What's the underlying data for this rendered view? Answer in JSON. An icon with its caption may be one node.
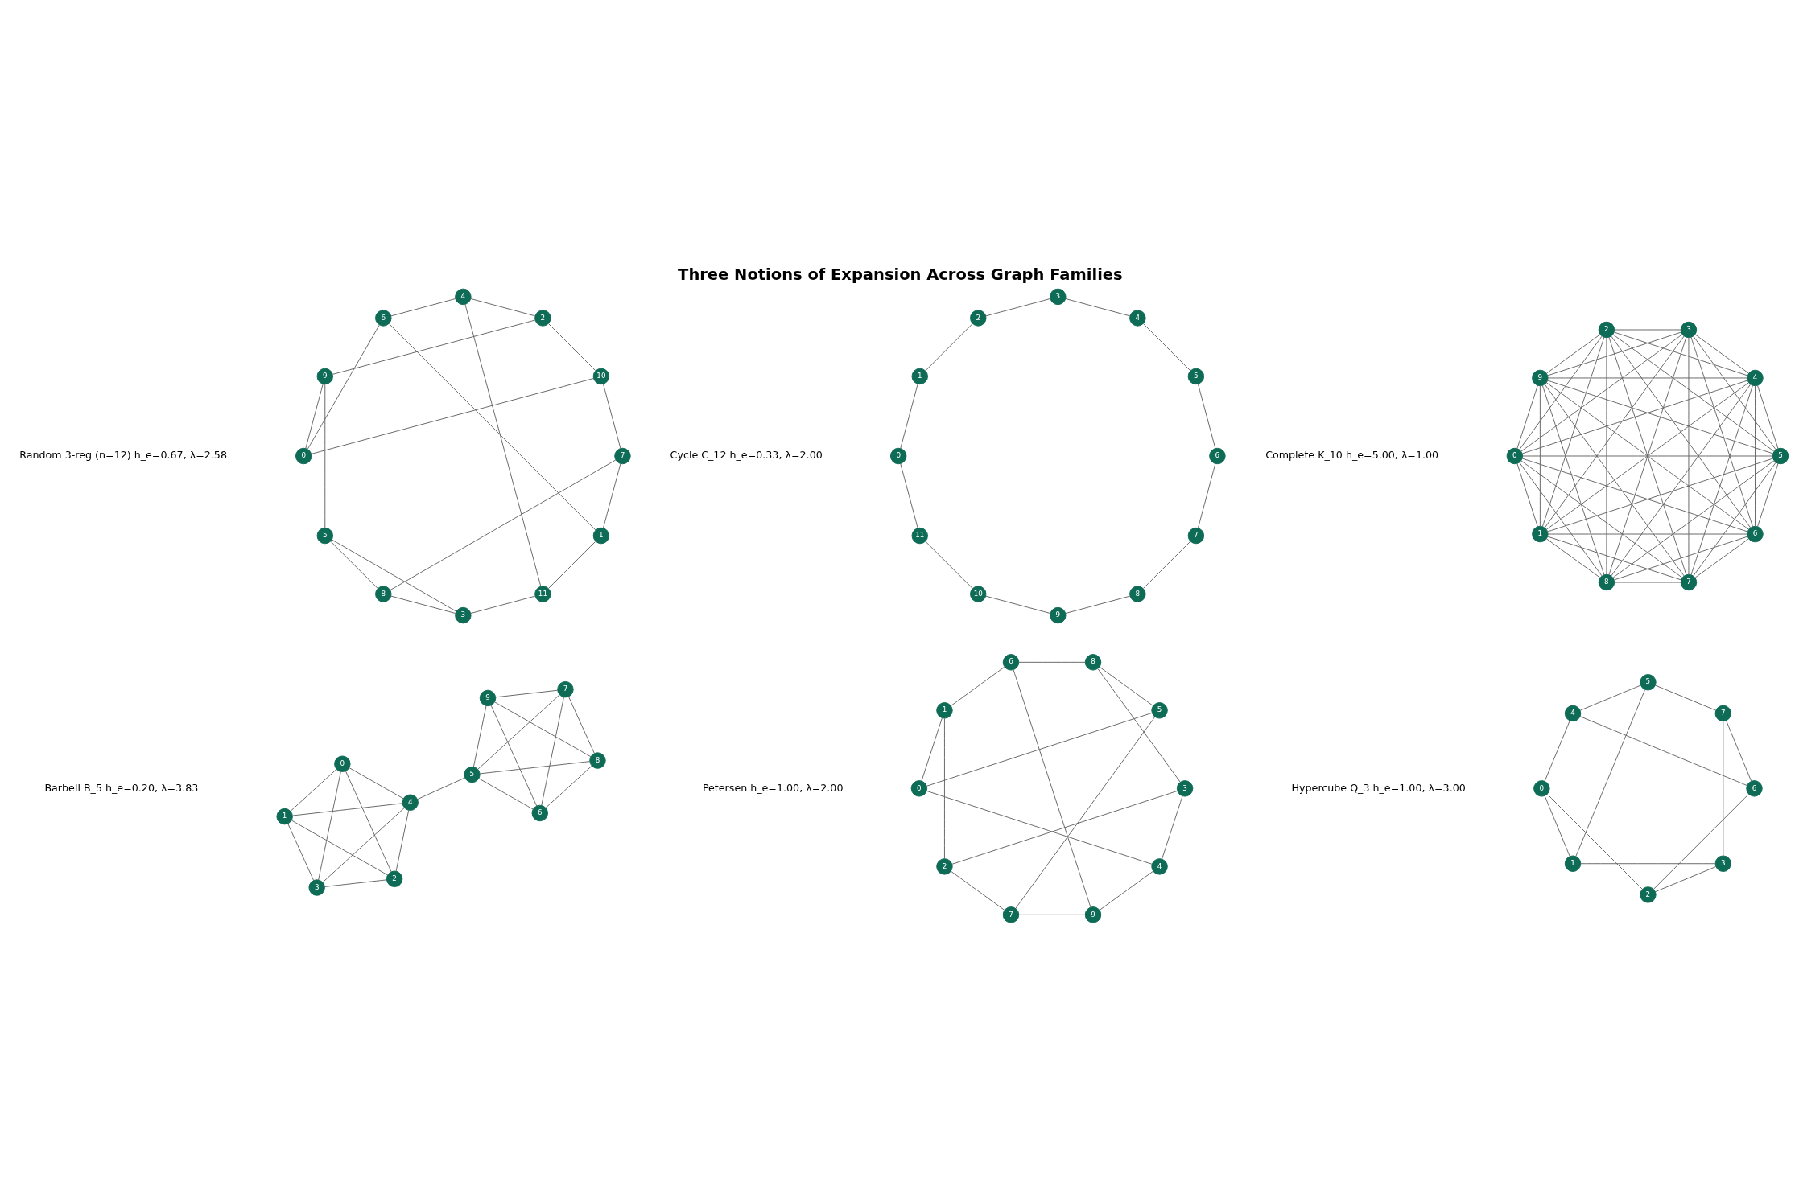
{
  "diagram": {
    "title": "Three Notions of Expansion Across Graph Families",
    "nodes": [
      {
        "text": [
          "0"
        ]
      },
      {
        "text": [
          "1"
        ]
      },
      {
        "text": [
          "2"
        ]
      },
      {
        "text": [
          "3"
        ]
      },
      {
        "text": [
          "4"
        ]
      },
      {
        "text": [
          "5"
        ]
      },
      {
        "text": [
          "6"
        ]
      },
      {
        "text": [
          "7"
        ]
      },
      {
        "text": [
          "8"
        ]
      },
      {
        "text": [
          "9"
        ]
      },
      {
        "text": [
          "0"
        ]
      },
      {
        "text": [
          "1"
        ]
      },
      {
        "text": [
          "2"
        ]
      },
      {
        "text": [
          "3"
        ]
      },
      {
        "text": [
          "4"
        ]
      },
      {
        "text": [
          "5"
        ]
      },
      {
        "text": [
          "6"
        ]
      },
      {
        "text": [
          "7"
        ]
      },
      {
        "text": [
          "8"
        ]
      },
      {
        "text": [
          "9"
        ]
      },
      {
        "text": [
          "10"
        ]
      },
      {
        "text": [
          "11"
        ]
      },
      {
        "text": [
          "0"
        ]
      },
      {
        "text": [
          "1"
        ]
      },
      {
        "text": [
          "2"
        ]
      },
      {
        "text": [
          "3"
        ]
      },
      {
        "text": [
          "4"
        ]
      },
      {
        "text": [
          "5"
        ]
      },
      {
        "text": [
          "6"
        ]
      },
      {
        "text": [
          "7"
        ]
      },
      {
        "text": [
          "8"
        ]
      },
      {
        "text": [
          "9"
        ]
      },
      {
        "text": [
          "0"
        ]
      },
      {
        "text": [
          "1"
        ]
      },
      {
        "text": [
          "2"
        ]
      },
      {
        "text": [
          "3"
        ]
      },
      {
        "text": [
          "4"
        ]
      },
      {
        "text": [
          "5"
        ]
      },
      {
        "text": [
          "6"
        ]
      },
      {
        "text": [
          "7"
        ]
      },
      {
        "text": [
          "0"
        ]
      },
      {
        "text": [
          "1"
        ]
      },
      {
        "text": [
          "2"
        ]
      },
      {
        "text": [
          "3"
        ]
      },
      {
        "text": [
          "4"
        ]
      },
      {
        "text": [
          "5"
        ]
      },
      {
        "text": [
          "6"
        ]
      },
      {
        "text": [
          "7"
        ]
      },
      {
        "text": [
          "8"
        ]
      },
      {
        "text": [
          "9"
        ]
      },
      {
        "text": [
          "0"
        ]
      },
      {
        "text": [
          "1"
        ]
      },
      {
        "text": [
          "2"
        ]
      },
      {
        "text": [
          "3"
        ]
      },
      {
        "text": [
          "4"
        ]
      },
      {
        "text": [
          "5"
        ]
      },
      {
        "text": [
          "6"
        ]
      },
      {
        "text": [
          "7"
        ]
      },
      {
        "text": [
          "8"
        ]
      },
      {
        "text": [
          "9"
        ]
      },
      {
        "text": [
          "10"
        ]
      },
      {
        "text": [
          "11"
        ]
      }
    ],
    "edges": [
      {
        "from": 0,
        "to": 1,
        "arrow": "none"
      },
      {
        "from": 0,
        "to": 2,
        "arrow": "none"
      },
      {
        "from": 0,
        "to": 3,
        "arrow": "none"
      },
      {
        "from": 0,
        "to": 4,
        "arrow": "none"
      },
      {
        "from": 0,
        "to": 5,
        "arrow": "none"
      },
      {
        "from": 0,
        "to": 6,
        "arrow": "none"
      },
      {
        "from": 0,
        "to": 7,
        "arrow": "none"
      },
      {
        "from": 0,
        "to": 8,
        "arrow": "none"
      },
      {
        "from": 0,
        "to": 9,
        "arrow": "none"
      },
      {
        "from": 1,
        "to": 2,
        "arrow": "none"
      },
      {
        "from": 1,
        "to": 3,
        "arrow": "none"
      },
      {
        "from": 1,
        "to": 4,
        "arrow": "none"
      },
      {
        "from": 1,
        "to": 5,
        "arrow": "none"
      },
      {
        "from": 1,
        "to": 6,
        "arrow": "none"
      },
      {
        "from": 1,
        "to": 7,
        "arrow": "none"
      },
      {
        "from": 1,
        "to": 8,
        "arrow": "none"
      },
      {
        "from": 1,
        "to": 9,
        "arrow": "none"
      },
      {
        "from": 2,
        "to": 3,
        "arrow": "none"
      },
      {
        "from": 2,
        "to": 4,
        "arrow": "none"
      },
      {
        "from": 2,
        "to": 5,
        "arrow": "none"
      },
      {
        "from": 2,
        "to": 6,
        "arrow": "none"
      },
      {
        "from": 2,
        "to": 7,
        "arrow": "none"
      },
      {
        "from": 2,
        "to": 8,
        "arrow": "none"
      },
      {
        "from": 2,
        "to": 9,
        "arrow": "none"
      },
      {
        "from": 3,
        "to": 4,
        "arrow": "none"
      },
      {
        "from": 3,
        "to": 5,
        "arrow": "none"
      },
      {
        "from": 3,
        "to": 6,
        "arrow": "none"
      },
      {
        "from": 3,
        "to": 7,
        "arrow": "none"
      },
      {
        "from": 3,
        "to": 8,
        "arrow": "none"
      },
      {
        "from": 3,
        "to": 9,
        "arrow": "none"
      },
      {
        "from": 4,
        "to": 5,
        "arrow": "none"
      },
      {
        "from": 4,
        "to": 6,
        "arrow": "none"
      },
      {
        "from": 4,
        "to": 7,
        "arrow": "none"
      },
      {
        "from": 4,
        "to": 8,
        "arrow": "none"
      },
      {
        "from": 4,
        "to": 9,
        "arrow": "none"
      },
      {
        "from": 5,
        "to": 6,
        "arrow": "none"
      },
      {
        "from": 5,
        "to": 7,
        "arrow": "none"
      },
      {
        "from": 5,
        "to": 8,
        "arrow": "none"
      },
      {
        "from": 5,
        "to": 9,
        "arrow": "none"
      },
      {
        "from": 6,
        "to": 7,
        "arrow": "none"
      },
      {
        "from": 6,
        "to": 8,
        "arrow": "none"
      },
      {
        "from": 6,
        "to": 9,
        "arrow": "none"
      },
      {
        "from": 7,
        "to": 8,
        "arrow": "none"
      },
      {
        "from": 7,
        "to": 9,
        "arrow": "none"
      },
      {
        "from": 8,
        "to": 9,
        "arrow": "none"
      },
      {
        "from": 10,
        "to": 11,
        "arrow": "none"
      },
      {
        "from": 11,
        "to": 12,
        "arrow": "none"
      },
      {
        "from": 12,
        "to": 13,
        "arrow": "none"
      },
      {
        "from": 13,
        "to": 14,
        "arrow": "none"
      },
      {
        "from": 14,
        "to": 15,
        "arrow": "none"
      },
      {
        "from": 15,
        "to": 16,
        "arrow": "none"
      },
      {
        "from": 16,
        "to": 17,
        "arrow": "none"
      },
      {
        "from": 17,
        "to": 18,
        "arrow": "none"
      },
      {
        "from": 18,
        "to": 19,
        "arrow": "none"
      },
      {
        "from": 19,
        "to": 20,
        "arrow": "none"
      },
      {
        "from": 20,
        "to": 21,
        "arrow": "none"
      },
      {
        "from": 21,
        "to": 10,
        "arrow": "none"
      },
      {
        "from": 22,
        "to": 23,
        "arrow": "none"
      },
      {
        "from": 22,
        "to": 26,
        "arrow": "none"
      },
      {
        "from": 22,
        "to": 27,
        "arrow": "none"
      },
      {
        "from": 23,
        "to": 24,
        "arrow": "none"
      },
      {
        "from": 23,
        "to": 28,
        "arrow": "none"
      },
      {
        "from": 24,
        "to": 25,
        "arrow": "none"
      },
      {
        "from": 24,
        "to": 29,
        "arrow": "none"
      },
      {
        "from": 25,
        "to": 26,
        "arrow": "none"
      },
      {
        "from": 25,
        "to": 30,
        "arrow": "none"
      },
      {
        "from": 26,
        "to": 31,
        "arrow": "none"
      },
      {
        "from": 27,
        "to": 29,
        "arrow": "none"
      },
      {
        "from": 27,
        "to": 30,
        "arrow": "none"
      },
      {
        "from": 28,
        "to": 30,
        "arrow": "none"
      },
      {
        "from": 28,
        "to": 31,
        "arrow": "none"
      },
      {
        "from": 29,
        "to": 31,
        "arrow": "none"
      },
      {
        "from": 32,
        "to": 33,
        "arrow": "none"
      },
      {
        "from": 32,
        "to": 34,
        "arrow": "none"
      },
      {
        "from": 32,
        "to": 36,
        "arrow": "none"
      },
      {
        "from": 33,
        "to": 35,
        "arrow": "none"
      },
      {
        "from": 33,
        "to": 37,
        "arrow": "none"
      },
      {
        "from": 34,
        "to": 35,
        "arrow": "none"
      },
      {
        "from": 34,
        "to": 38,
        "arrow": "none"
      },
      {
        "from": 35,
        "to": 39,
        "arrow": "none"
      },
      {
        "from": 36,
        "to": 37,
        "arrow": "none"
      },
      {
        "from": 36,
        "to": 38,
        "arrow": "none"
      },
      {
        "from": 37,
        "to": 39,
        "arrow": "none"
      },
      {
        "from": 38,
        "to": 39,
        "arrow": "none"
      },
      {
        "from": 40,
        "to": 41,
        "arrow": "none"
      },
      {
        "from": 40,
        "to": 42,
        "arrow": "none"
      },
      {
        "from": 40,
        "to": 43,
        "arrow": "none"
      },
      {
        "from": 40,
        "to": 44,
        "arrow": "none"
      },
      {
        "from": 41,
        "to": 42,
        "arrow": "none"
      },
      {
        "from": 41,
        "to": 43,
        "arrow": "none"
      },
      {
        "from": 41,
        "to": 44,
        "arrow": "none"
      },
      {
        "from": 42,
        "to": 43,
        "arrow": "none"
      },
      {
        "from": 42,
        "to": 44,
        "arrow": "none"
      },
      {
        "from": 43,
        "to": 44,
        "arrow": "none"
      },
      {
        "from": 44,
        "to": 45,
        "arrow": "none"
      },
      {
        "from": 45,
        "to": 46,
        "arrow": "none"
      },
      {
        "from": 45,
        "to": 47,
        "arrow": "none"
      },
      {
        "from": 45,
        "to": 48,
        "arrow": "none"
      },
      {
        "from": 45,
        "to": 49,
        "arrow": "none"
      },
      {
        "from": 46,
        "to": 47,
        "arrow": "none"
      },
      {
        "from": 46,
        "to": 48,
        "arrow": "none"
      },
      {
        "from": 46,
        "to": 49,
        "arrow": "none"
      },
      {
        "from": 47,
        "to": 48,
        "arrow": "none"
      },
      {
        "from": 47,
        "to": 49,
        "arrow": "none"
      },
      {
        "from": 48,
        "to": 49,
        "arrow": "none"
      },
      {
        "from": 53,
        "to": 61,
        "arrow": "none"
      },
      {
        "from": 53,
        "to": 58,
        "arrow": "none"
      },
      {
        "from": 53,
        "to": 55,
        "arrow": "none"
      },
      {
        "from": 61,
        "to": 51,
        "arrow": "none"
      },
      {
        "from": 61,
        "to": 54,
        "arrow": "none"
      },
      {
        "from": 51,
        "to": 57,
        "arrow": "none"
      },
      {
        "from": 51,
        "to": 56,
        "arrow": "none"
      },
      {
        "from": 58,
        "to": 55,
        "arrow": "none"
      },
      {
        "from": 58,
        "to": 57,
        "arrow": "none"
      },
      {
        "from": 55,
        "to": 59,
        "arrow": "none"
      },
      {
        "from": 57,
        "to": 60,
        "arrow": "none"
      },
      {
        "from": 54,
        "to": 56,
        "arrow": "none"
      },
      {
        "from": 54,
        "to": 52,
        "arrow": "none"
      },
      {
        "from": 56,
        "to": 50,
        "arrow": "none"
      },
      {
        "from": 59,
        "to": 50,
        "arrow": "none"
      },
      {
        "from": 59,
        "to": 52,
        "arrow": "none"
      },
      {
        "from": 50,
        "to": 60,
        "arrow": "none"
      },
      {
        "from": 52,
        "to": 60,
        "arrow": "none"
      }
    ],
    "labels": [
      "Complete K_10 h_e=5.00, λ=1.00",
      "Cycle C_12 h_e=0.33, λ=2.00",
      "Petersen h_e=1.00, λ=2.00",
      "Hypercube Q_3 h_e=1.00, λ=3.00",
      "Barbell B_5 h_e=0.20, λ=3.83",
      "Random 3-reg (n=12) h_e=0.67, λ=2.58"
    ]
  }
}
